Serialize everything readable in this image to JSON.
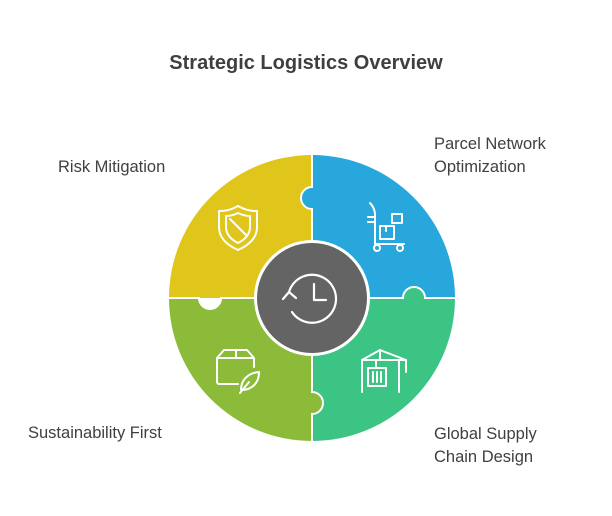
{
  "title": "Strategic Logistics Overview",
  "segments": [
    {
      "id": "risk",
      "label": "Risk Mitigation",
      "color": "#E0C51B",
      "icon": "shield-icon"
    },
    {
      "id": "parcel",
      "label_lines": [
        "Parcel Network",
        "Optimization"
      ],
      "color": "#27A7DB",
      "icon": "warehouse-cart-icon"
    },
    {
      "id": "global",
      "label_lines": [
        "Global Supply",
        "Chain Design"
      ],
      "color": "#3CC485",
      "icon": "crane-container-icon"
    },
    {
      "id": "sustainability",
      "label": "Sustainability First",
      "color": "#8CBB3A",
      "icon": "eco-box-icon"
    }
  ],
  "center": {
    "icon": "clock-cycle-icon",
    "color": "#646464"
  }
}
